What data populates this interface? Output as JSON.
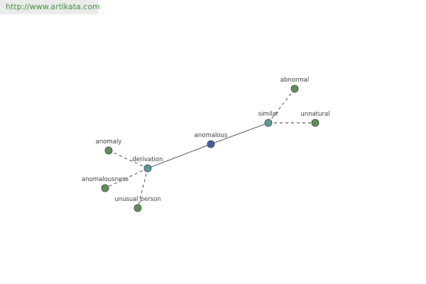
{
  "banner": {
    "url_text": "http://www.artikata.com"
  },
  "colors": {
    "banner_text": "#3d8f3d",
    "banner_bg": "#ebebeb",
    "node_leaf": "#5e8f58",
    "node_hub": "#5b9a9a",
    "node_center": "#4a5a9a",
    "node_stroke": "#333333",
    "edge": "#222222"
  },
  "graph": {
    "nodes": [
      {
        "id": "anomalous",
        "label": "anomalous",
        "kind": "center"
      },
      {
        "id": "similar",
        "label": "similar",
        "kind": "hub"
      },
      {
        "id": "derivation",
        "label": "derivation",
        "kind": "hub"
      },
      {
        "id": "abnormal",
        "label": "abnormal",
        "kind": "leaf"
      },
      {
        "id": "unnatural",
        "label": "unnatural",
        "kind": "leaf"
      },
      {
        "id": "anomaly",
        "label": "anomaly",
        "kind": "leaf"
      },
      {
        "id": "anomalousness",
        "label": "anomalousness",
        "kind": "leaf"
      },
      {
        "id": "unusual-person",
        "label": "unusual person",
        "kind": "leaf"
      }
    ],
    "edges": [
      {
        "from": "anomalous",
        "to": "similar",
        "style": "solid"
      },
      {
        "from": "anomalous",
        "to": "derivation",
        "style": "solid"
      },
      {
        "from": "similar",
        "to": "abnormal",
        "style": "dashed"
      },
      {
        "from": "similar",
        "to": "unnatural",
        "style": "dashed"
      },
      {
        "from": "derivation",
        "to": "anomaly",
        "style": "dashed"
      },
      {
        "from": "derivation",
        "to": "anomalousness",
        "style": "dashed"
      },
      {
        "from": "derivation",
        "to": "unusual-person",
        "style": "dashed"
      }
    ]
  }
}
